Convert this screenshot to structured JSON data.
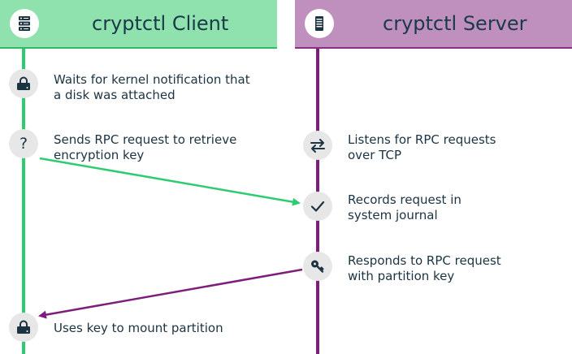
{
  "columns": {
    "client": {
      "title": "cryptctl Client",
      "icon": "server-rack-icon",
      "color": "#8fe1ae",
      "lifeline_color": "#2ecc71"
    },
    "server": {
      "title": "cryptctl Server",
      "icon": "server-tower-icon",
      "color": "#bf8fbd",
      "lifeline_color": "#7e1e7c"
    }
  },
  "steps": [
    {
      "side": "client",
      "icon": "disk-lock-icon",
      "line1": "Waits for kernel notification that",
      "line2": "a disk was attached"
    },
    {
      "side": "client",
      "icon": "question-icon",
      "line1": "Sends RPC request to retrieve",
      "line2": "encryption key"
    },
    {
      "side": "server",
      "icon": "exchange-arrows-icon",
      "line1": "Listens for RPC requests",
      "line2": "over TCP"
    },
    {
      "side": "server",
      "icon": "checkmark-icon",
      "line1": "Records request in",
      "line2": "system journal"
    },
    {
      "side": "server",
      "icon": "key-icon",
      "line1": "Responds to RPC request",
      "line2": "with partition key"
    },
    {
      "side": "client",
      "icon": "disk-lock-icon",
      "line1": "Uses key to mount partition"
    }
  ],
  "arrows": [
    {
      "from": "client step 2",
      "to": "server step 4",
      "color": "#2ecc71"
    },
    {
      "from": "server step 5",
      "to": "client step 6",
      "color": "#7e1e7c"
    }
  ]
}
